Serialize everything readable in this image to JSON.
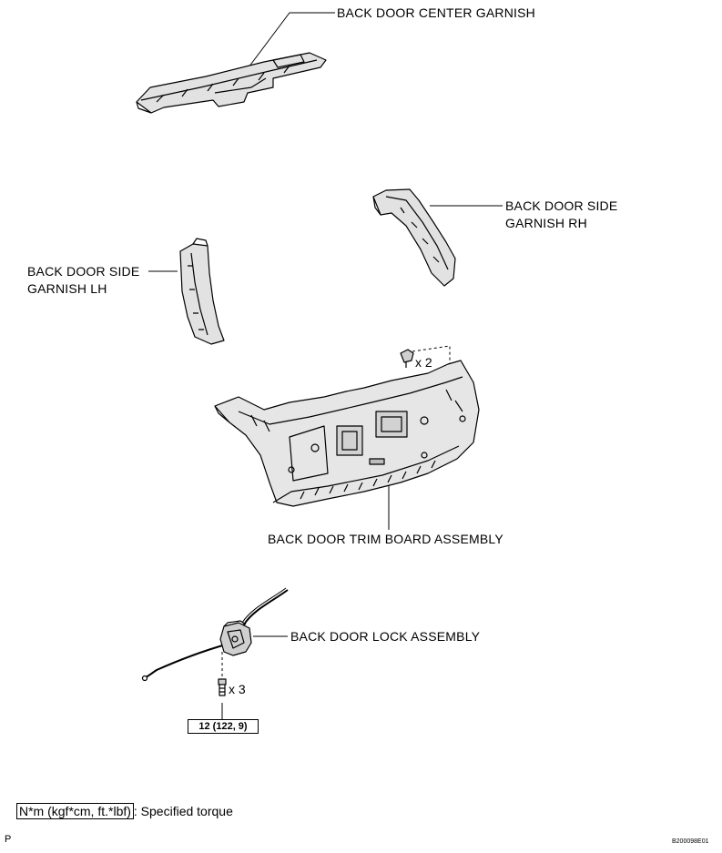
{
  "labels": {
    "center_garnish": "BACK DOOR CENTER GARNISH",
    "side_garnish_rh_line1": "BACK DOOR SIDE",
    "side_garnish_rh_line2": "GARNISH RH",
    "side_garnish_lh_line1": "BACK DOOR SIDE",
    "side_garnish_lh_line2": "GARNISH LH",
    "trim_board": "BACK DOOR TRIM BOARD ASSEMBLY",
    "lock_assembly": "BACK DOOR LOCK ASSEMBLY"
  },
  "quantities": {
    "clips": "x 2",
    "bolts": "x 3"
  },
  "torque": {
    "value": "12 (122, 9)"
  },
  "legend": {
    "unit": "N*m (kgf*cm, ft.*lbf)",
    "description": ": Specified torque"
  },
  "footer": {
    "page_marker": "P",
    "figure_code": "B200098E01"
  }
}
